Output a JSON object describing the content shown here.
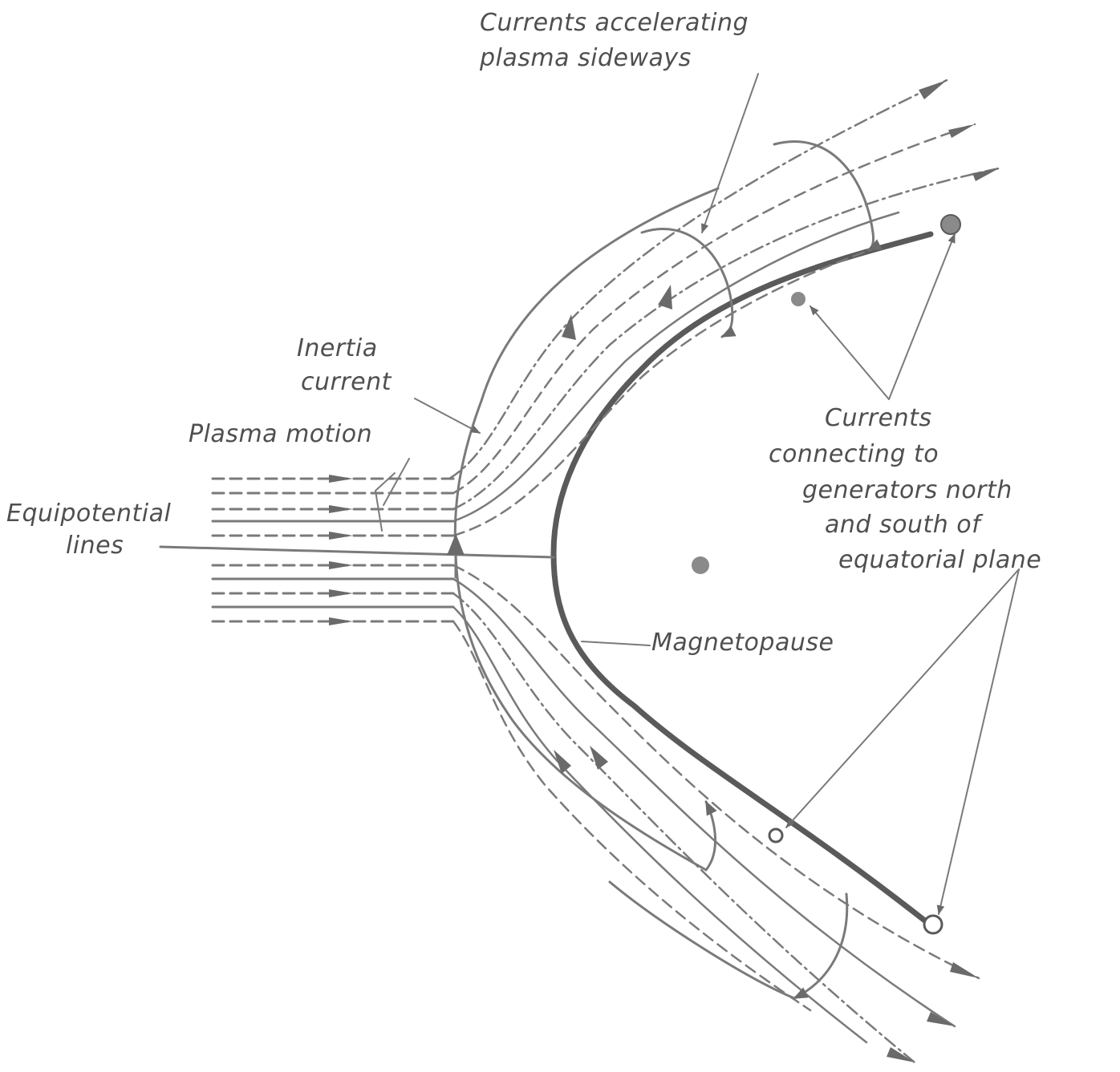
{
  "labels": {
    "currents_accelerating_line1": "Currents accelerating",
    "currents_accelerating_line2": "plasma sideways",
    "inertia_line1": "Inertia",
    "inertia_line2": "current",
    "plasma_motion": "Plasma motion",
    "equipotential_line1": "Equipotential",
    "equipotential_line2": "lines",
    "connecting_line1": "Currents",
    "connecting_line2": "connecting to",
    "connecting_line3": "generators north",
    "connecting_line4": "and south of",
    "connecting_line5": "equatorial plane",
    "magnetopause": "Magnetopause"
  },
  "colors": {
    "ink": "#7a7a7a",
    "ink_dark": "#5a5a5a",
    "paper": "#ffffff"
  }
}
